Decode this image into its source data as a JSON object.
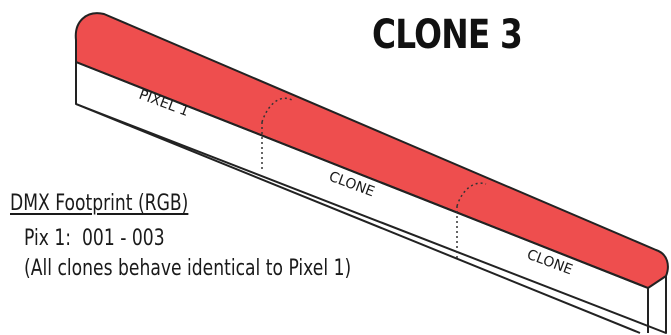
{
  "title": "CLONE 3",
  "colors": {
    "lens": "#EE4E4E",
    "outline": "#222222",
    "body": "#ffffff"
  },
  "segments": [
    {
      "label": "PIXEL 1"
    },
    {
      "label": "CLONE"
    },
    {
      "label": "CLONE"
    }
  ],
  "footprint": {
    "heading": "DMX Footprint (RGB)",
    "pix_label": "Pix 1:",
    "pix_range": "001 - 003",
    "note": "(All clones behave identical to Pixel 1)"
  }
}
